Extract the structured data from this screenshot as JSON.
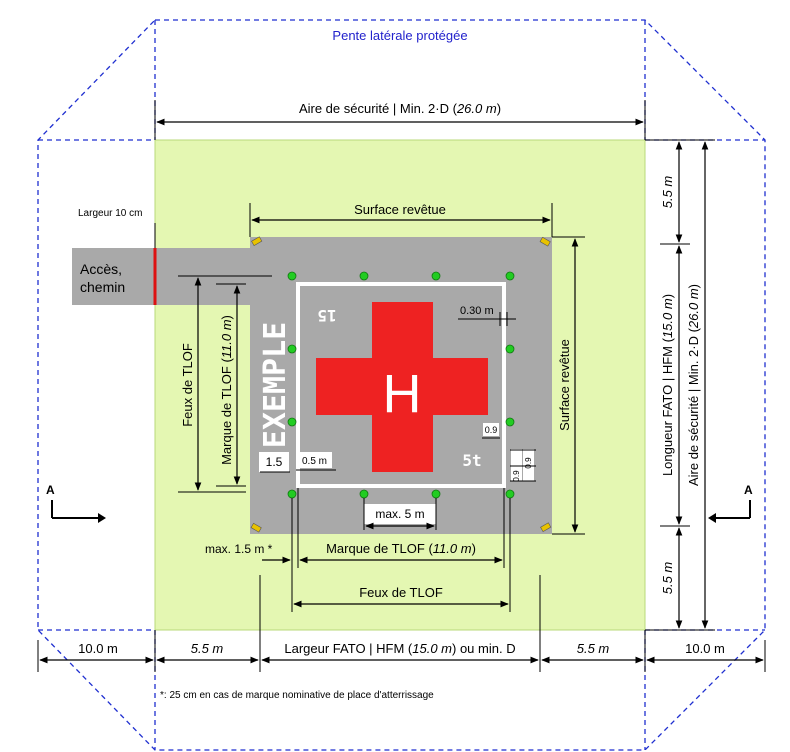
{
  "labels": {
    "protected_slope": "Pente latérale protégée",
    "safety_area_top_pre": "Aire de sécurité | Min. 2·D (",
    "safety_area_top_val": "26.0 m",
    "safety_area_top_post": ")",
    "surface_top": "Surface revêtue",
    "surface_right": "Surface revêtue",
    "width_note": "Largeur 10 cm",
    "access_1": "Accès,",
    "access_2": "chemin",
    "tlof_lights_left": "Feux de TLOF",
    "tlof_mark_left_pre": "Marque de TLOF (",
    "tlof_mark_left_val": "11.0 m",
    "tlof_mark_left_post": ")",
    "dim_030": "0.30 m",
    "dim_09a": "0.9",
    "dim_09b": "0.9",
    "dim_09c": "0.9",
    "dim_15": "1.5",
    "dim_05": "0.5 m",
    "max5": "max. 5 m",
    "max15": "max. 1.5 m *",
    "tlof_mark_bottom_pre": "Marque de TLOF (",
    "tlof_mark_bottom_val": "11.0 m",
    "tlof_mark_bottom_post": ")",
    "tlof_lights_bottom": "Feux de TLOF",
    "fato_width_pre": "Largeur FATO | HFM (",
    "fato_width_val": "15.0 m",
    "fato_width_post": ") ou min. D",
    "dim_10_left": "10.0 m",
    "dim_55_left": "5.5 m",
    "dim_55_right": "5.5 m",
    "dim_10_right": "10.0 m",
    "dim_55_top": "5.5 m",
    "dim_55_bottom": "5.5 m",
    "fato_length_pre": "Longueur FATO | HFM (",
    "fato_length_val": "15.0 m",
    "fato_length_post": ")",
    "safety_vert_pre": "Aire de sécurité | Min. 2·D (",
    "safety_vert_val": "26.0 m",
    "safety_vert_post": ")",
    "section_left": "A",
    "section_right": "A",
    "footnote": "*: 25 cm en cas de marque nominative de place d'atterrissage",
    "exemple": "EXEMPLE",
    "pad_h": "H",
    "mark_15": "15",
    "mark_5t": "5t"
  },
  "colors": {
    "safety_area": "#e4f7b2",
    "paved": "#a9a9a9",
    "cross": "#ee2222",
    "light": "#22cc22",
    "slope_line": "#1f2fd0",
    "width_marker": "#dd1111"
  }
}
